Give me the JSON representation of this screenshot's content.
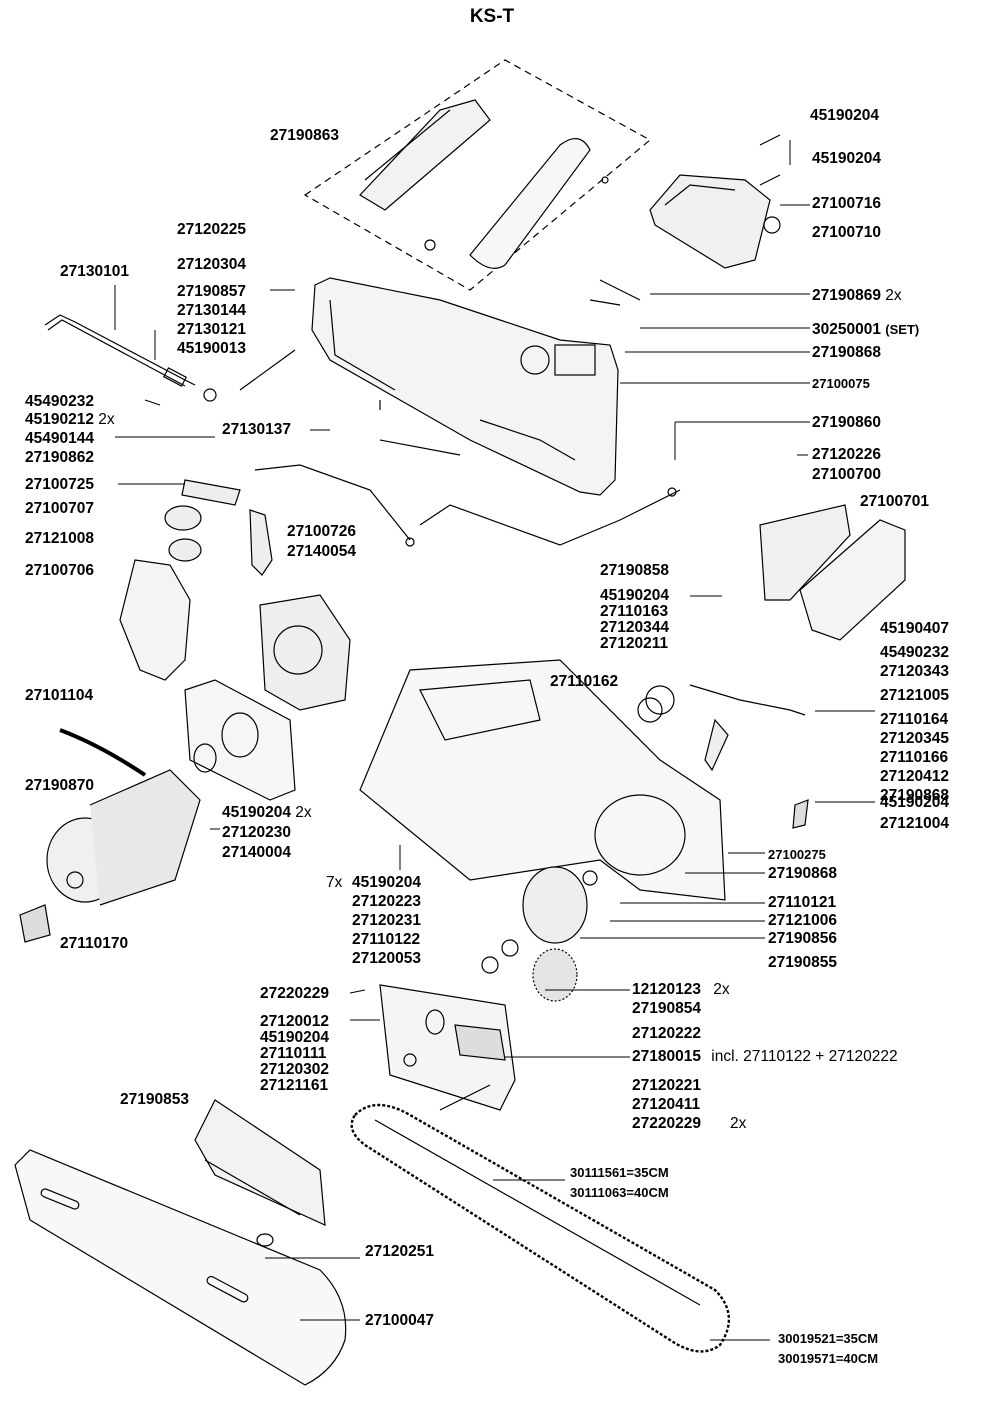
{
  "title": "KS-T",
  "labels": {
    "l_27190863": "27190863",
    "l_45190204_a": "45190204",
    "l_45190204_b": "45190204",
    "l_27100716": "27100716",
    "l_27100710": "27100710",
    "l_27120225": "27120225",
    "l_27120304": "27120304",
    "l_27130101": "27130101",
    "group_handle": [
      "27190857",
      "27130144",
      "27130121",
      "45190013"
    ],
    "l_27190869": "27190869",
    "l_27190869_qty": "2x",
    "l_30250001": "30250001",
    "l_30250001_note": "(SET)",
    "l_27190868_a": "27190868",
    "l_27100075": "27100075",
    "l_45490232_a": "45490232",
    "l_45190212": "45190212",
    "l_45190212_qty": "2x",
    "l_45490144": "45490144",
    "l_27190862": "27190862",
    "l_27130137": "27130137",
    "l_27190860": "27190860",
    "l_27120226": "27120226",
    "l_27100700": "27100700",
    "l_27100725": "27100725",
    "l_27100707": "27100707",
    "l_27100701": "27100701",
    "l_27121008": "27121008",
    "l_27100726": "27100726",
    "l_27140054": "27140054",
    "l_27100706": "27100706",
    "l_27190858": "27190858",
    "group_guard": [
      "45190204",
      "27110163",
      "27120344",
      "27120211"
    ],
    "group_right": [
      "45190407",
      "45490232",
      "27120343",
      "27121005",
      "27110164",
      "27120345",
      "27110166",
      "27120412",
      "27190868"
    ],
    "l_45190204_r": "45190204",
    "l_27121004": "27121004",
    "l_27101104": "27101104",
    "l_27110162": "27110162",
    "l_27190870": "27190870",
    "l_45190204_m": "45190204",
    "l_45190204_m_qty": "2x",
    "l_27120230": "27120230",
    "l_27140004": "27140004",
    "l_27100275": "27100275",
    "l_27190868_b": "27190868",
    "l_7x": "7x",
    "group_screws": [
      "45190204",
      "27120223",
      "27120231",
      "27110122",
      "27120053"
    ],
    "l_27110121": "27110121",
    "l_27121006": "27121006",
    "l_27190856": "27190856",
    "l_27110170": "27110170",
    "l_27190855": "27190855",
    "l_27220229_a": "27220229",
    "l_12120123": "12120123",
    "l_12120123_qty": "2x",
    "l_27190854": "27190854",
    "group_cover": [
      "27120012",
      "45190204",
      "27110111",
      "27120302",
      "27121161"
    ],
    "l_27120222": "27120222",
    "l_27180015": "27180015",
    "l_27180015_note": "incl. 27110122 + 27120222",
    "group_bottom": [
      "27120221",
      "27120411",
      "27220229"
    ],
    "l_27220229_qty": "2x",
    "l_27190853": "27190853",
    "l_30111561": "30111561=35CM",
    "l_30111063": "30111063=40CM",
    "l_27120251": "27120251",
    "l_27100047": "27100047",
    "l_30019521": "30019521=35CM",
    "l_30019571": "30019571=40CM"
  }
}
